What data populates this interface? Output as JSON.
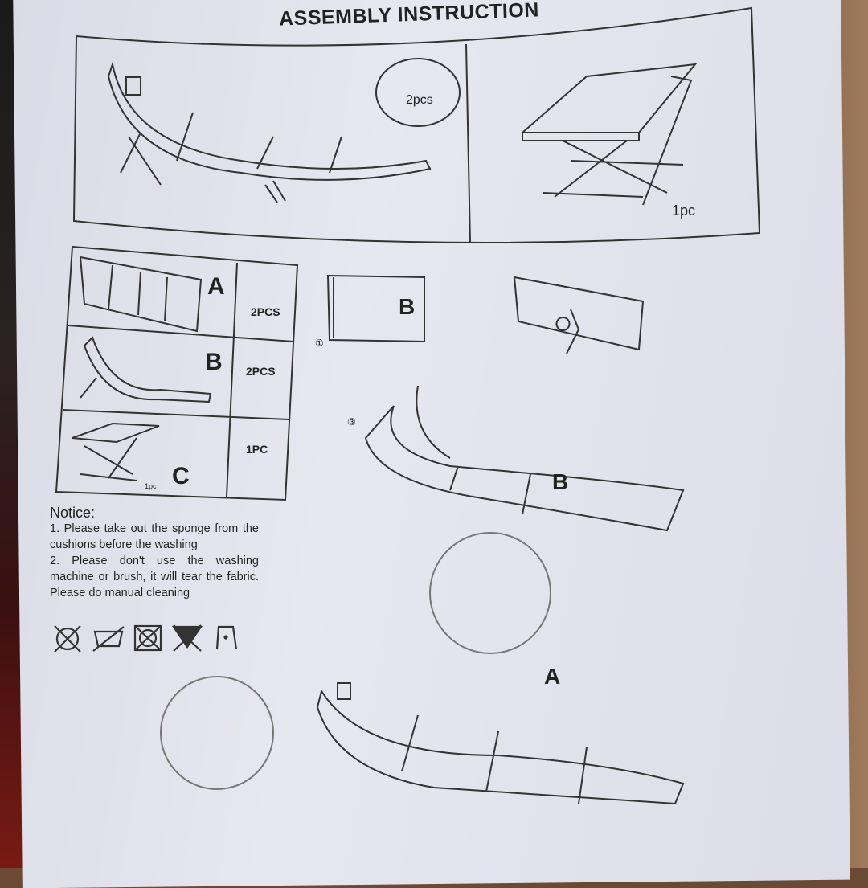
{
  "title": "ASSEMBLY INSTRUCTION",
  "overview": {
    "lounger_qty": "2pcs",
    "table_qty": "1pc"
  },
  "parts_table": [
    {
      "letter": "A",
      "qty": "2PCS"
    },
    {
      "letter": "B",
      "qty": "2PCS"
    },
    {
      "letter": "C",
      "qty": "1PC",
      "sub": "1pc"
    }
  ],
  "steps": {
    "step1_part": "B",
    "step1_num": "①",
    "step3_num": "③",
    "step3_part": "B",
    "step4_part": "A"
  },
  "notice": {
    "heading": "Notice:",
    "item1": "1. Please take out the sponge from the cushions before the washing",
    "item2": "2. Please don't use the washing machine or brush, it will tear the fabric. Please do manual cleaning"
  },
  "care_icons": [
    "do-not-wash-icon",
    "do-not-iron-icon",
    "do-not-tumble-dry-icon",
    "do-not-bleach-icon",
    "dry-in-shade-icon"
  ]
}
